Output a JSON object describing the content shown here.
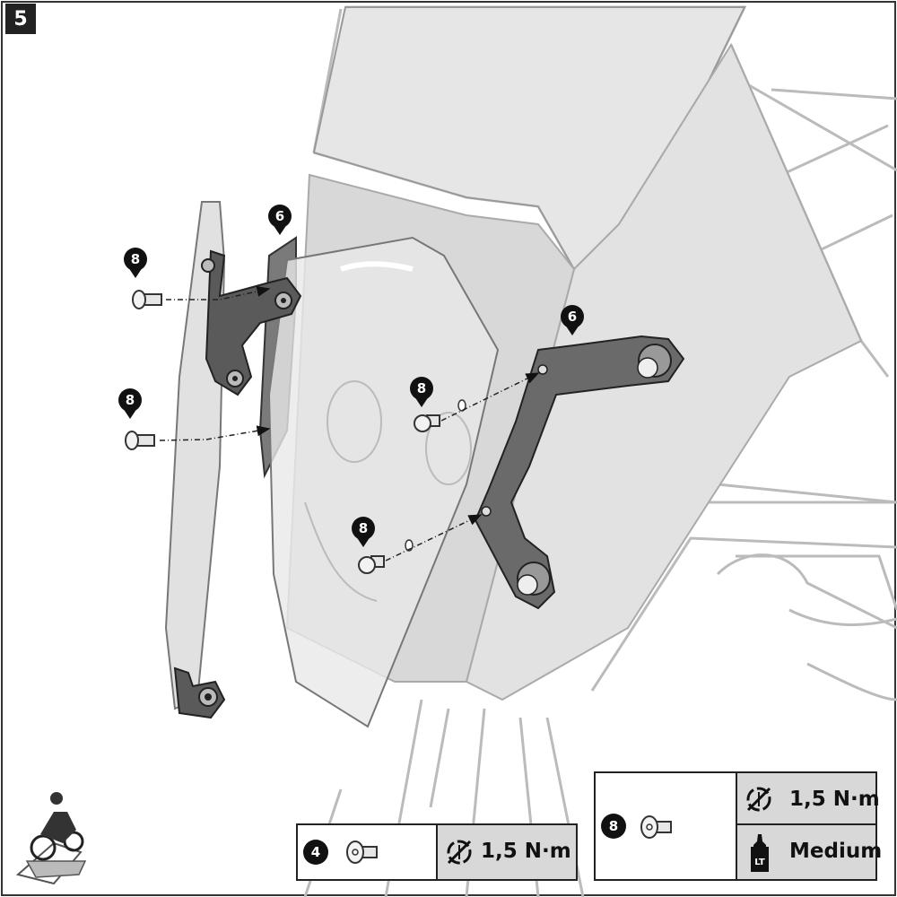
{
  "step_number": "5",
  "callouts": {
    "bracket_left": "6",
    "bracket_right": "6",
    "screw_top_left": "8",
    "screw_mid_left": "8",
    "screw_center": "8",
    "screw_lower": "8"
  },
  "spec_part4": {
    "part_number": "4",
    "torque": "1,5 N·m",
    "icons": [
      "bolt-icon",
      "torque-wrench-icon"
    ]
  },
  "spec_part8": {
    "part_number": "8",
    "torque": "1,5 N·m",
    "threadlock": "Medium",
    "threadlock_label": "LT",
    "icons": [
      "bolt-icon",
      "torque-wrench-icon",
      "threadlocker-bottle-icon"
    ]
  },
  "icons": [
    "motorcycle-rider-icon",
    "direction-arrow-icon"
  ]
}
